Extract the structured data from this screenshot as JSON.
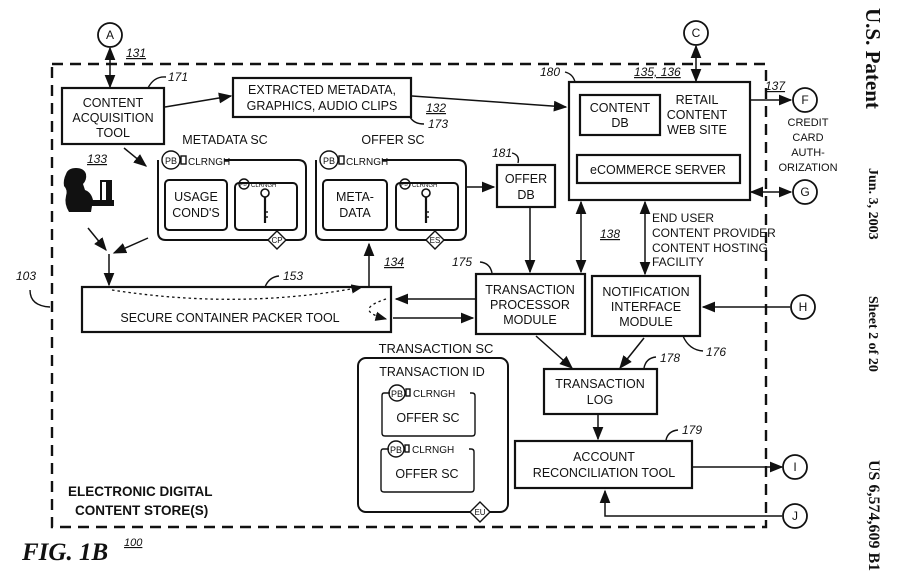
{
  "figure": {
    "title": "FIG. 1B",
    "ref": "100"
  },
  "header": {
    "patent_office": "U.S. Patent",
    "date": "Jun. 3, 2003",
    "sheet": "Sheet 2 of 20",
    "patent_number": "US 6,574,609 B1"
  },
  "store": {
    "label_line1": "ELECTRONIC DIGITAL",
    "label_line2": "CONTENT STORE(S)",
    "ref": "103"
  },
  "connectors": {
    "a": "A",
    "c": "C",
    "f": "F",
    "g": "G",
    "h": "H",
    "i": "I",
    "j": "J"
  },
  "refs": {
    "r131": "131",
    "r132": "132",
    "r133": "133",
    "r134": "134",
    "r135_136": "135, 136",
    "r137": "137",
    "r138": "138",
    "r153": "153",
    "r171": "171",
    "r173": "173",
    "r175": "175",
    "r176": "176",
    "r178": "178",
    "r179": "179",
    "r180": "180",
    "r181": "181"
  },
  "blocks": {
    "content_acquisition": [
      "CONTENT",
      "ACQUISITION",
      "TOOL"
    ],
    "extracted": [
      "EXTRACTED METADATA,",
      "GRAPHICS, AUDIO CLIPS"
    ],
    "retail_site": [
      "RETAIL",
      "CONTENT",
      "WEB SITE"
    ],
    "content_db": [
      "CONTENT",
      "DB"
    ],
    "ecommerce": "eCOMMERCE SERVER",
    "offer_db": [
      "OFFER",
      "DB"
    ],
    "secure_packer": "SECURE CONTAINER PACKER TOOL",
    "transaction_processor": [
      "TRANSACTION",
      "PROCESSOR",
      "MODULE"
    ],
    "notification": [
      "NOTIFICATION",
      "INTERFACE",
      "MODULE"
    ],
    "transaction_log": [
      "TRANSACTION",
      "LOG"
    ],
    "account_reconciliation": [
      "ACCOUNT",
      "RECONCILIATION TOOL"
    ]
  },
  "metadata_sc": {
    "title": "METADATA SC",
    "pb": "PB",
    "clrngh": "CLRNGH",
    "usage": [
      "USAGE",
      "COND'S"
    ],
    "badge": "CP"
  },
  "offer_sc": {
    "title": "OFFER SC",
    "pb": "PB",
    "clrngh": "CLRNGH",
    "metadata": [
      "META-",
      "DATA"
    ],
    "badge": "ES"
  },
  "transaction_sc": {
    "title": "TRANSACTION SC",
    "id_label": "TRANSACTION ID",
    "items": [
      {
        "pb": "PB",
        "clrngh": "CLRNGH",
        "label": "OFFER SC"
      },
      {
        "pb": "PB",
        "clrngh": "CLRNGH",
        "label": "OFFER SC"
      }
    ],
    "badge": "EU"
  },
  "annotations": {
    "credit_card": [
      "CREDIT",
      "CARD",
      "AUTH-",
      "ORIZATION"
    ],
    "users": [
      "END USER",
      "CONTENT PROVIDER",
      "CONTENT HOSTING",
      "FACILITY"
    ]
  },
  "icons": {
    "user_at_computer": "user-at-computer-icon",
    "key": "key-icon"
  }
}
